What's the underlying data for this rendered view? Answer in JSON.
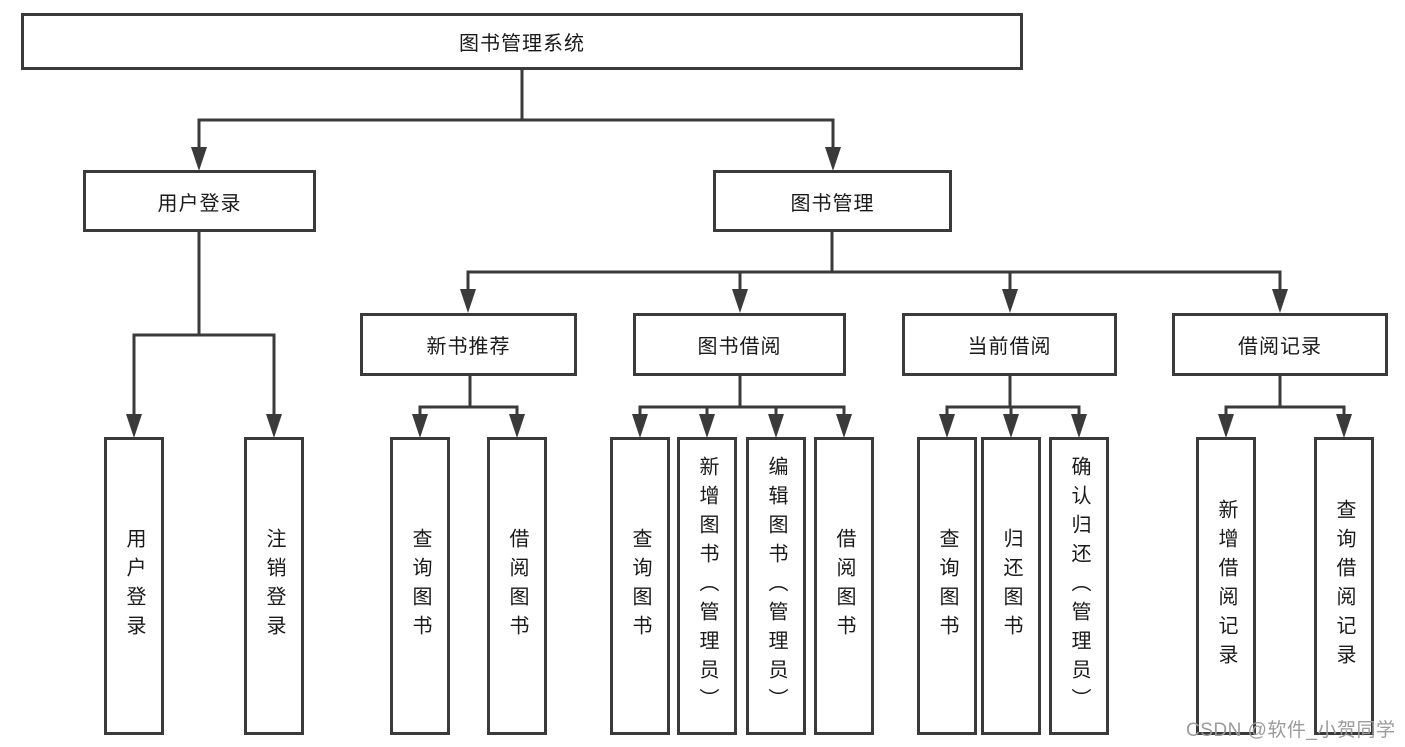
{
  "nodes": {
    "root": {
      "label": "图书管理系统"
    },
    "level2": [
      {
        "label": "用户登录"
      },
      {
        "label": "图书管理"
      }
    ],
    "level3": [
      {
        "label": "新书推荐"
      },
      {
        "label": "图书借阅"
      },
      {
        "label": "当前借阅"
      },
      {
        "label": "借阅记录"
      }
    ],
    "leaves": [
      {
        "label": "用户登录"
      },
      {
        "label": "注销登录"
      },
      {
        "label": "查询图书"
      },
      {
        "label": "借阅图书"
      },
      {
        "label": "查询图书"
      },
      {
        "label": "新增图书（管理员）"
      },
      {
        "label": "编辑图书（管理员）"
      },
      {
        "label": "借阅图书"
      },
      {
        "label": "查询图书"
      },
      {
        "label": "归还图书"
      },
      {
        "label": "确认归还（管理员）"
      },
      {
        "label": "新增借阅记录"
      },
      {
        "label": "查询借阅记录"
      }
    ]
  },
  "watermark": {
    "text": "CSDN @软件_小贺同学"
  },
  "colors": {
    "line": "#3a3a3a",
    "text": "#1a1a1a",
    "watermark": "#9b9b9b",
    "background": "#ffffff"
  }
}
